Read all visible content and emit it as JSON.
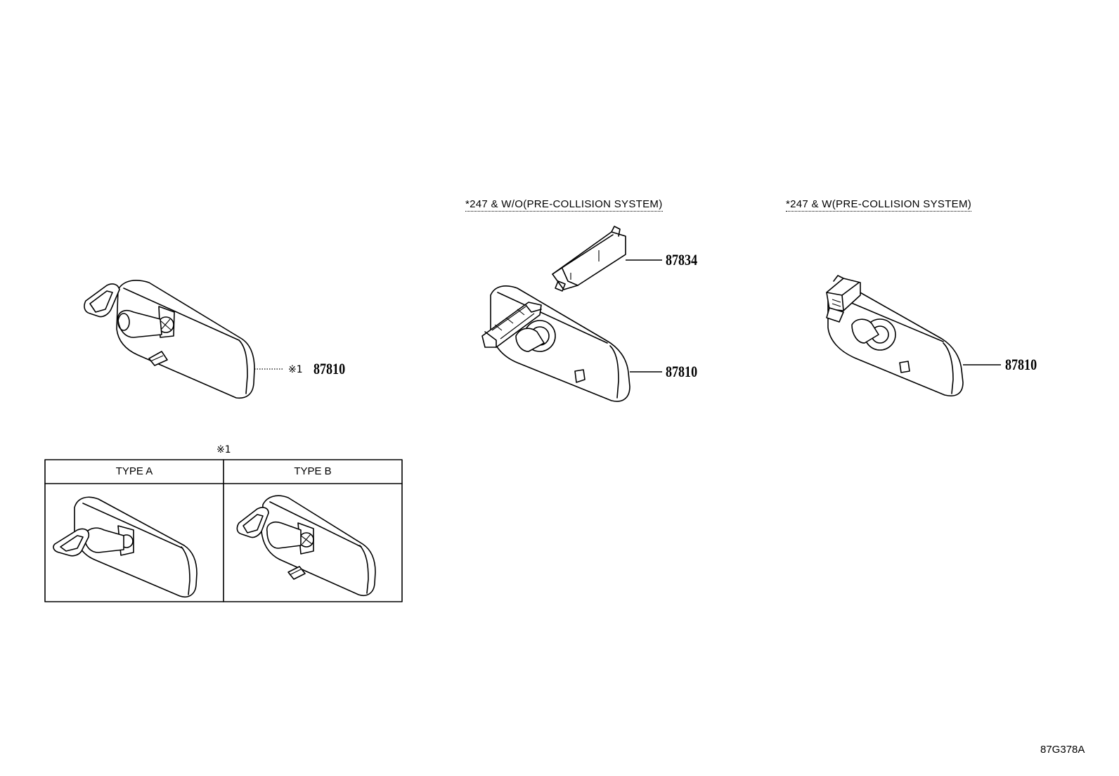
{
  "captions": {
    "without_pcs": "*247 & W/O(PRE-COLLISION SYSTEM)",
    "with_pcs": "*247 & W(PRE-COLLISION SYSTEM)"
  },
  "parts": {
    "main_note_symbol": "※1",
    "main_part": "87810",
    "cover_part": "87834",
    "mirror_wo_pcs": "87810",
    "mirror_w_pcs": "87810"
  },
  "type_table": {
    "note_symbol": "※1",
    "type_a": "TYPE A",
    "type_b": "TYPE B"
  },
  "figure_code": "87G378A"
}
